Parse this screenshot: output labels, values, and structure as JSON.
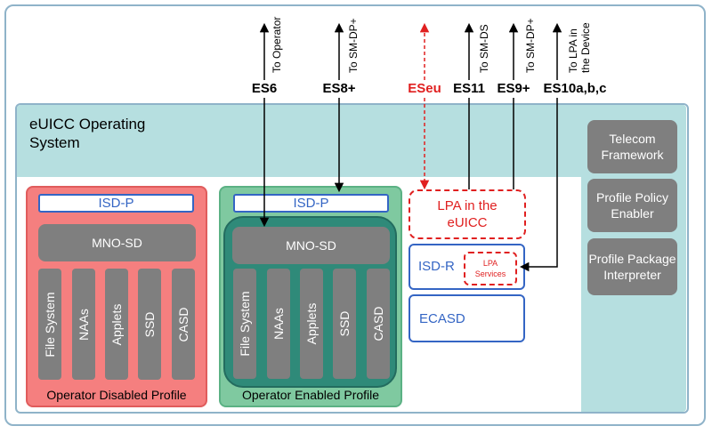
{
  "os": {
    "label": "eUICC Operating System"
  },
  "sidebar": {
    "telecom": "Telecom Framework",
    "policy": "Profile Policy Enabler",
    "interpreter": "Profile Package Interpreter"
  },
  "disabled_profile": {
    "isdp": "ISD-P",
    "mnosd": "MNO-SD",
    "columns": [
      "File System",
      "NAAs",
      "Applets",
      "SSD",
      "CASD"
    ],
    "label": "Operator Disabled Profile"
  },
  "enabled_profile": {
    "isdp": "ISD-P",
    "mnosd": "MNO-SD",
    "columns": [
      "File System",
      "NAAs",
      "Applets",
      "SSD",
      "CASD"
    ],
    "label": "Operator Enabled Profile"
  },
  "lpa_euicc": "LPA in the eUICC",
  "isdr": {
    "label": "ISD-R",
    "lpa_services": "LPA Services"
  },
  "ecasd": "ECASD",
  "interfaces": {
    "es6": {
      "name": "ES6",
      "dest": "To Operator"
    },
    "es8": {
      "name": "ES8+",
      "dest": "To SM-DP+"
    },
    "eseu": {
      "name": "ESeu"
    },
    "es11": {
      "name": "ES11",
      "dest": "To SM-DS"
    },
    "es9": {
      "name": "ES9+",
      "dest": "To SM-DP+"
    },
    "es10": {
      "name": "ES10a,b,c",
      "dest1": "To LPA in",
      "dest2": "the Device"
    }
  },
  "colors": {
    "accent_blue": "#3465c4",
    "red": "#e02020",
    "band": "#b6dfe0",
    "gray": "#7f7f7f"
  }
}
